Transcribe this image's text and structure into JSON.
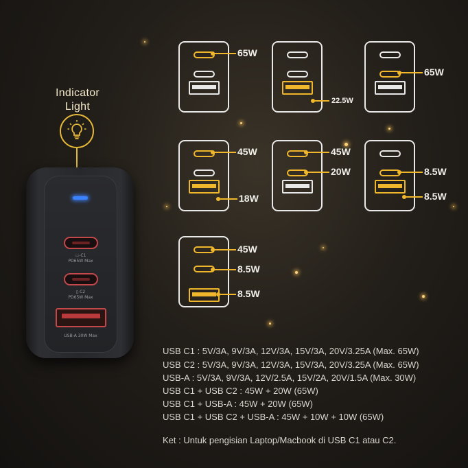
{
  "indicator": {
    "title_line1": "Indicator",
    "title_line2": "Light",
    "icon": "lightbulb-icon"
  },
  "charger": {
    "port_c1_label": "C1",
    "port_c1_spec": "PD65W Max",
    "port_c2_label": "C2",
    "port_c2_spec": "PD65W Max",
    "port_a_spec": "USB-A 30W Max"
  },
  "configs": [
    {
      "c1": "65W",
      "c2": "",
      "a": ""
    },
    {
      "c1": "",
      "c2": "",
      "a": "22.5W"
    },
    {
      "c1": "",
      "c2": "65W",
      "a": ""
    },
    {
      "c1": "45W",
      "c2": "",
      "a": "18W"
    },
    {
      "c1": "45W",
      "c2": "20W",
      "a": ""
    },
    {
      "c1": "",
      "c2": "8.5W",
      "a": "8.5W"
    },
    {
      "c1": "45W",
      "c2": "8.5W",
      "a": "8.5W"
    }
  ],
  "specs": [
    "USB C1 : 5V/3A, 9V/3A, 12V/3A, 15V/3A, 20V/3.25A (Max. 65W)",
    "USB C2 : 5V/3A, 9V/3A, 12V/3A, 15V/3A, 20V/3.25A (Max. 65W)",
    "USB-A : 5V/3A, 9V/3A, 12V/2.5A, 15V/2A, 20V/1.5A (Max. 30W)",
    "USB C1 + USB C2 : 45W + 20W (65W)",
    "USB C1 + USB-A : 45W + 20W (65W)",
    "USB C1 + USB C2 + USB-A : 45W + 10W + 10W (65W)"
  ],
  "note": "Ket : Untuk pengisian Laptop/Macbook di USB C1 atau C2.",
  "colors": {
    "accent": "#f0b72d",
    "port_red": "#c2484a",
    "led_blue": "#3b82ff"
  }
}
